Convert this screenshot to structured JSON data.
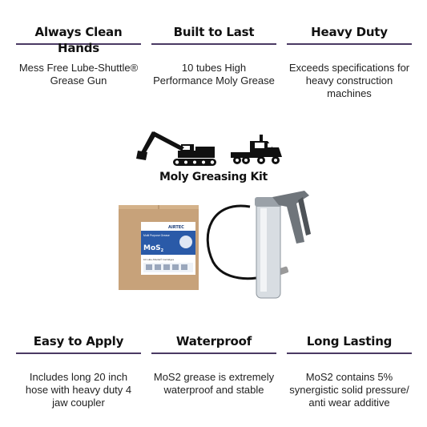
{
  "features_top": [
    {
      "title": "Always Clean Hands",
      "description": "Mess Free Lube-Shuttle® Grease Gun"
    },
    {
      "title": "Built to Last",
      "description": "10 tubes High Performance Moly Grease"
    },
    {
      "title": "Heavy Duty",
      "description": "Exceeds specifications for heavy construction machines"
    }
  ],
  "kit_title": "Moly Greasing Kit",
  "box_label": {
    "brand": "AIRTEC",
    "subtitle": "Multi Purpose Grease",
    "product": "MoS",
    "product_sub": "2",
    "tubes": "10 Lube-Shuttle® Cartridges"
  },
  "features_bottom": [
    {
      "title": "Easy to Apply",
      "description": "Includes long 20 inch hose with heavy duty 4 jaw coupler"
    },
    {
      "title": "Waterproof",
      "description": "MoS2 grease is extremely waterproof and stable"
    },
    {
      "title": "Long Lasting",
      "description": "MoS2 contains 5% synergistic solid pressure/ anti wear additive"
    }
  ],
  "colors": {
    "accent_rule": "#4a3a63",
    "box": "#c9a57a",
    "label": "#2a5aa8"
  }
}
